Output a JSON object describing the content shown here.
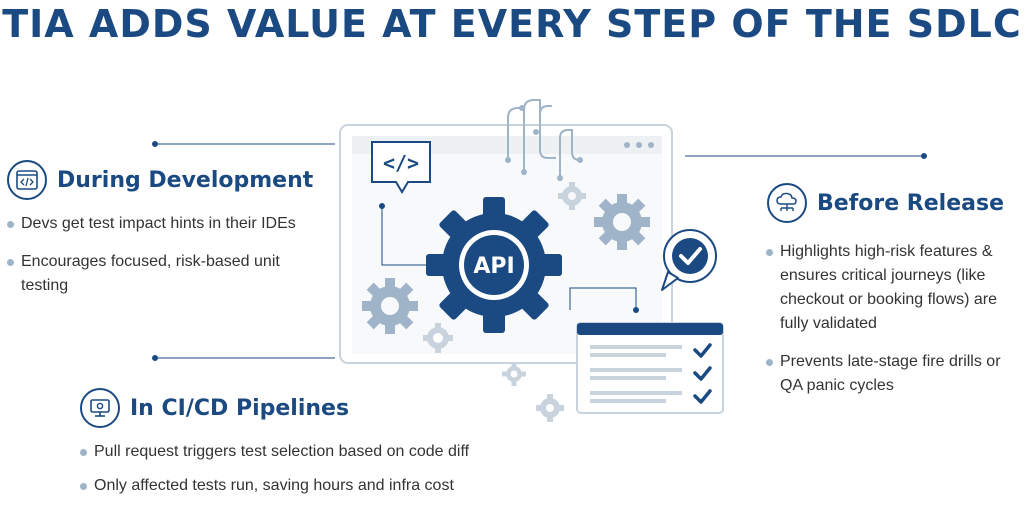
{
  "title": "TIA ADDS VALUE AT EVERY STEP OF THE SDLC",
  "colors": {
    "primary": "#1b4a82",
    "accent_light": "#9fb4c8",
    "text": "#333333"
  },
  "center_illustration": {
    "gear_label": "API",
    "code_badge": "</>"
  },
  "sections": {
    "development": {
      "icon": "code-window-icon",
      "title": "During Development",
      "bullets": [
        "Devs get test impact hints in their IDEs",
        "Encourages focused, risk-based unit testing"
      ]
    },
    "pipelines": {
      "icon": "gear-monitor-icon",
      "title": "In CI/CD Pipelines",
      "bullets": [
        "Pull request triggers test selection based on code diff",
        "Only affected tests run, saving hours and infra cost"
      ]
    },
    "release": {
      "icon": "cloud-network-icon",
      "title": "Before Release",
      "bullets": [
        "Highlights high-risk features & ensures critical journeys (like checkout or booking flows) are fully validated",
        "Prevents late-stage fire drills or QA panic cycles"
      ]
    }
  }
}
